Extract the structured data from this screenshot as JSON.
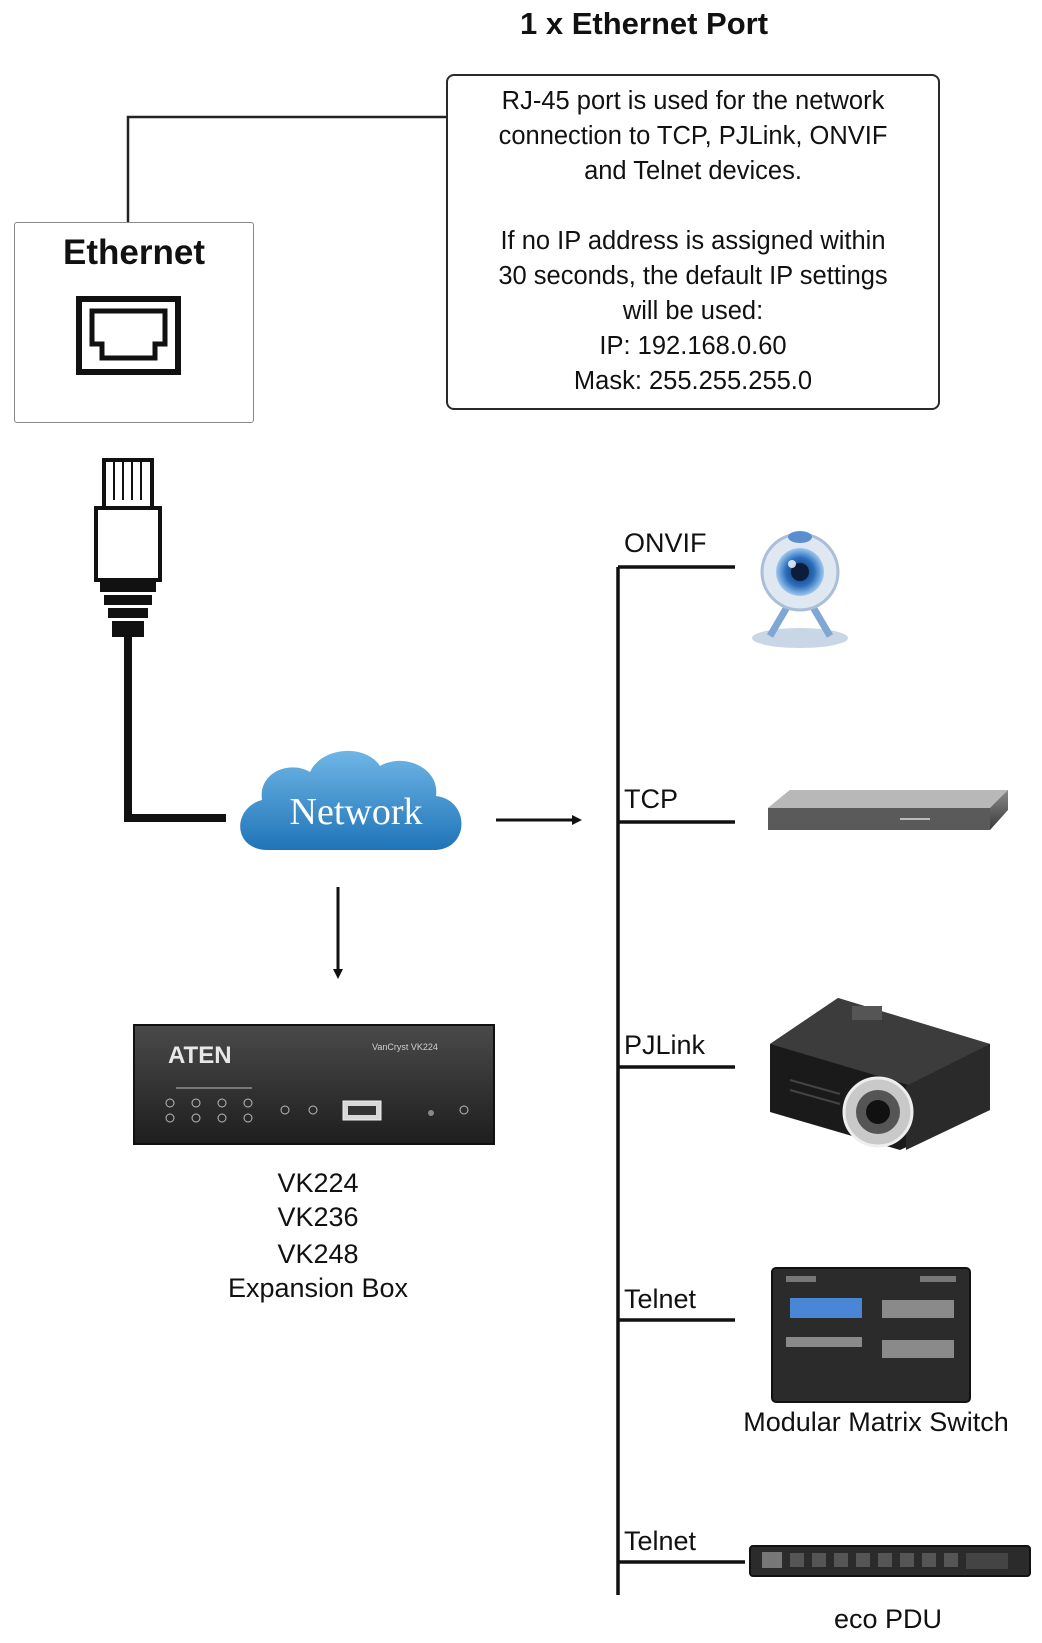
{
  "title": "1 x Ethernet Port",
  "callout": {
    "lines_a": [
      "RJ-45 port is used for the network",
      "connection to TCP, PJLink, ONVIF",
      "and Telnet devices."
    ],
    "lines_b": [
      "If no IP address is assigned within",
      "30 seconds, the default IP settings",
      "will be used:",
      "IP: 192.168.0.60",
      "Mask: 255.255.255.0"
    ]
  },
  "ethernet_label": "Ethernet",
  "network_label": "Network",
  "expansion": {
    "brand": "ATEN",
    "model_text": "VanCryst VK224",
    "lines": [
      "VK224",
      "VK236",
      "VK248",
      "Expansion Box"
    ]
  },
  "branches": [
    {
      "label": "ONVIF",
      "device": "webcam"
    },
    {
      "label": "TCP",
      "device": "network device"
    },
    {
      "label": "PJLink",
      "device": "projector"
    },
    {
      "label": "Telnet",
      "device": "Modular Matrix Switch"
    },
    {
      "label": "Telnet",
      "device": "eco PDU"
    }
  ],
  "captions": {
    "matrix": "Modular Matrix Switch",
    "pdu": "eco PDU"
  }
}
